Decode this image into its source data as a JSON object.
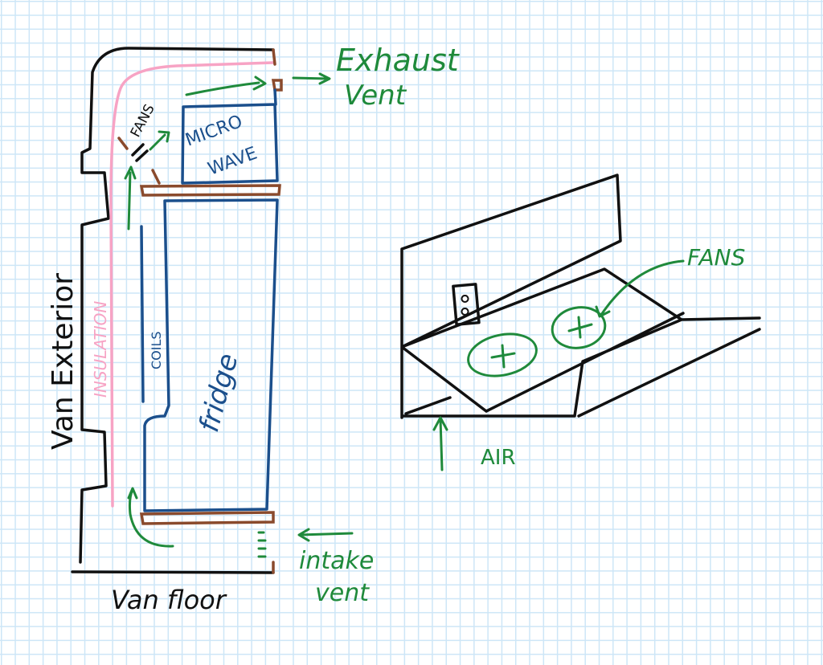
{
  "labels": {
    "exhaust_vent": [
      "Exhaust",
      "Vent"
    ],
    "fans_top": "FANS",
    "microwave": [
      "MICRO",
      "WAVE"
    ],
    "insulation": "INSULATION",
    "coils": "COILS",
    "fridge": "fridge",
    "van_exterior": "Van Exterior",
    "intake_vent": [
      "intake",
      "vent"
    ],
    "van_floor": "Van floor",
    "air": "AIR",
    "fans_right": "FANS"
  },
  "colors": {
    "outline": "#111111",
    "insulation": "#f7a3c4",
    "shelf": "#8a4a2c",
    "appliance": "#1b4f8c",
    "airflow": "#1f8a3b",
    "grid": "#cde6f7"
  }
}
